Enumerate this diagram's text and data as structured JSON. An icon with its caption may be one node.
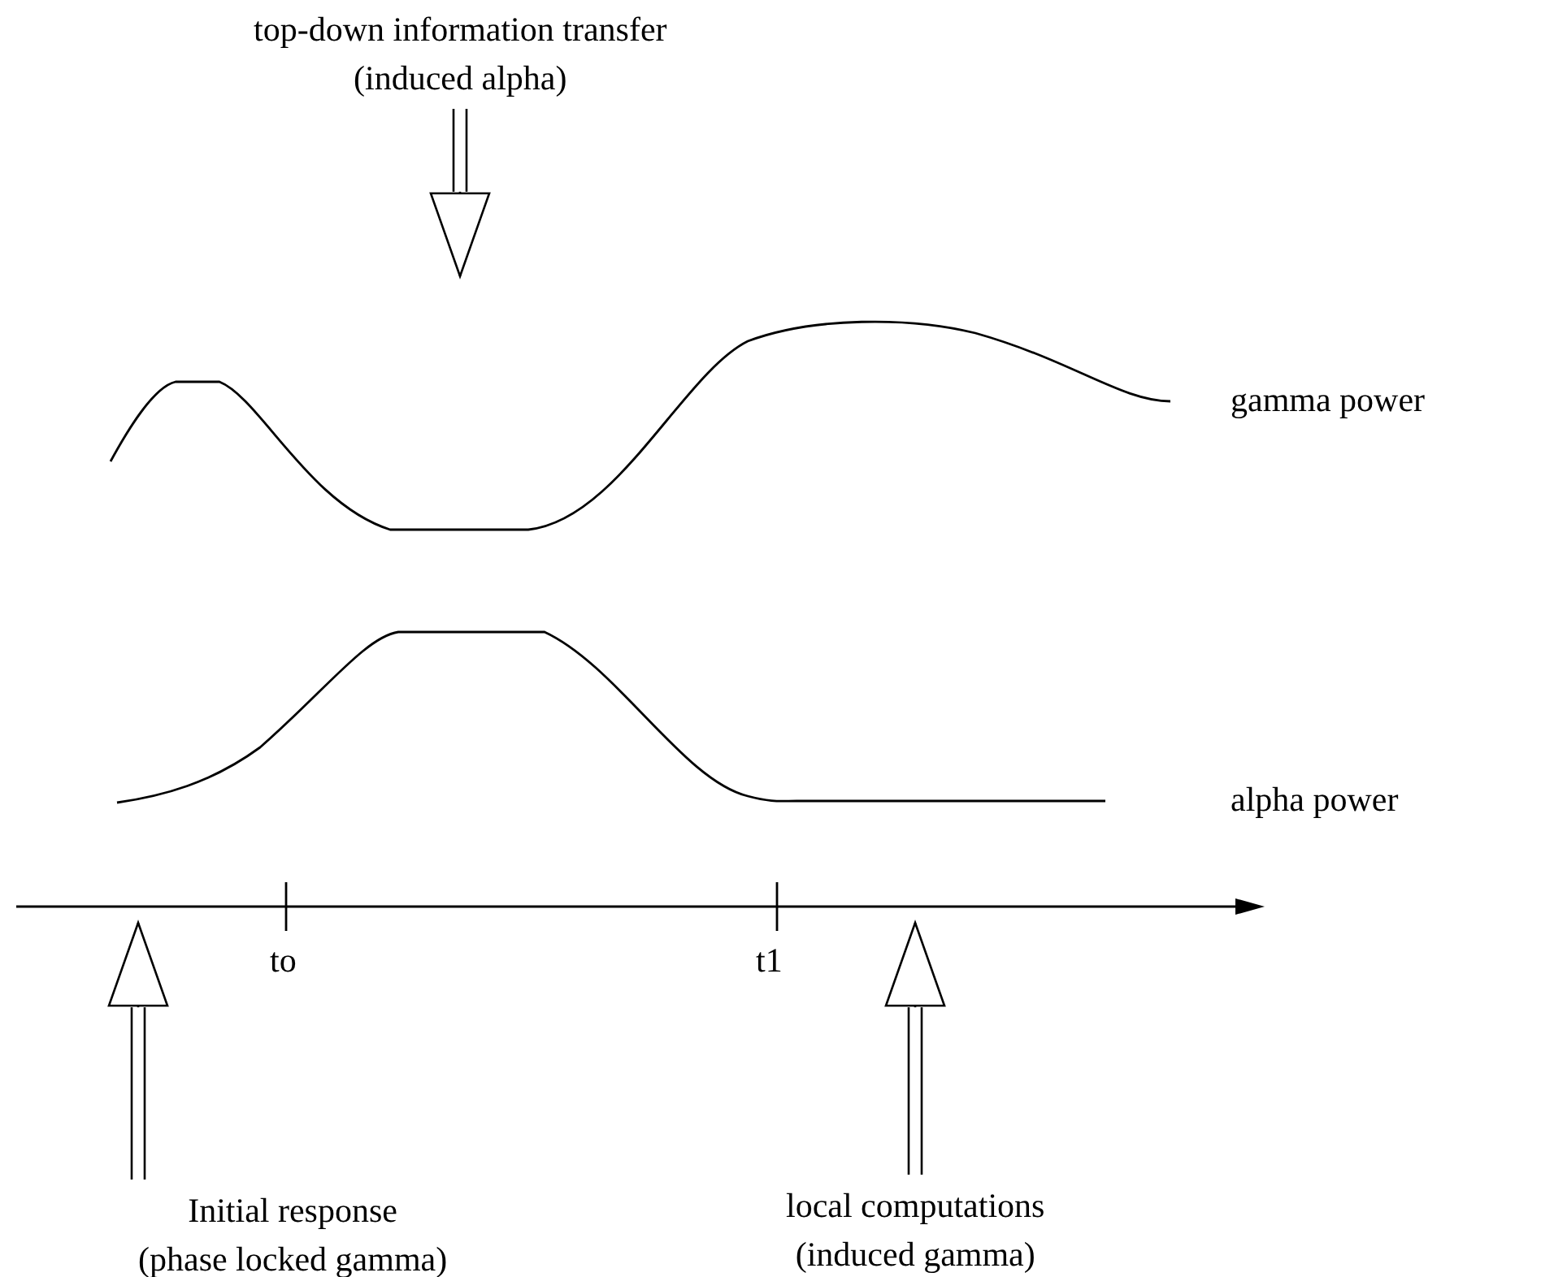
{
  "diagram": {
    "nodes": [
      {
        "text": [
          "top-down information transfer",
          "(induced alpha)"
        ]
      },
      {
        "text": [
          "Initial response",
          "(phase locked gamma)"
        ]
      },
      {
        "text": [
          "local computations",
          "(induced gamma)"
        ]
      }
    ],
    "edges": [
      {
        "from": 0,
        "to": null,
        "arrow": "to"
      },
      {
        "from": 1,
        "to": null,
        "arrow": "to"
      },
      {
        "from": 2,
        "to": null,
        "arrow": "to"
      }
    ],
    "labels": [
      "gamma power",
      "alpha power",
      "to",
      "t1"
    ]
  }
}
